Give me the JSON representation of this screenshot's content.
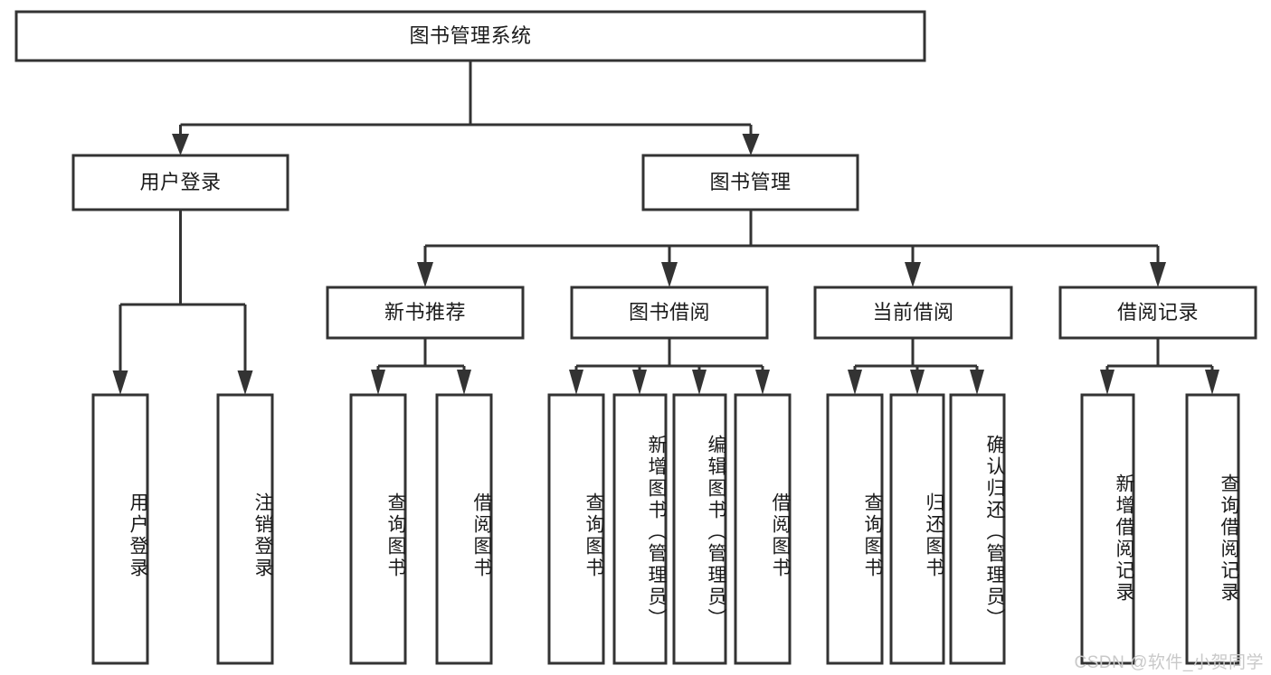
{
  "diagram": {
    "type": "tree-hierarchy-chart",
    "title": "图书管理系统",
    "colors": {
      "box_fill": "#ffffff",
      "box_stroke": "#333333",
      "text": "#1a1a1a",
      "watermark": "#c9c9c9",
      "background": "#ffffff"
    },
    "root": {
      "label": "图书管理系统"
    },
    "level2": [
      {
        "label": "用户登录"
      },
      {
        "label": "图书管理"
      }
    ],
    "level3": [
      {
        "label": "新书推荐"
      },
      {
        "label": "图书借阅"
      },
      {
        "label": "当前借阅"
      },
      {
        "label": "借阅记录"
      }
    ],
    "leaves": {
      "user_login": [
        {
          "label": "用户登录"
        },
        {
          "label": "注销登录"
        }
      ],
      "new_book_recommend": [
        {
          "label": "查询图书"
        },
        {
          "label": "借阅图书"
        }
      ],
      "book_borrow": [
        {
          "label": "查询图书"
        },
        {
          "label": "新增图书（管理员）"
        },
        {
          "label": "编辑图书（管理员）"
        },
        {
          "label": "借阅图书"
        }
      ],
      "current_borrow": [
        {
          "label": "查询图书"
        },
        {
          "label": "归还图书"
        },
        {
          "label": "确认归还（管理员）"
        }
      ],
      "borrow_record": [
        {
          "label": "新增借阅记录"
        },
        {
          "label": "查询借阅记录"
        }
      ]
    },
    "watermark": "CSDN @软件_小贺同学"
  }
}
